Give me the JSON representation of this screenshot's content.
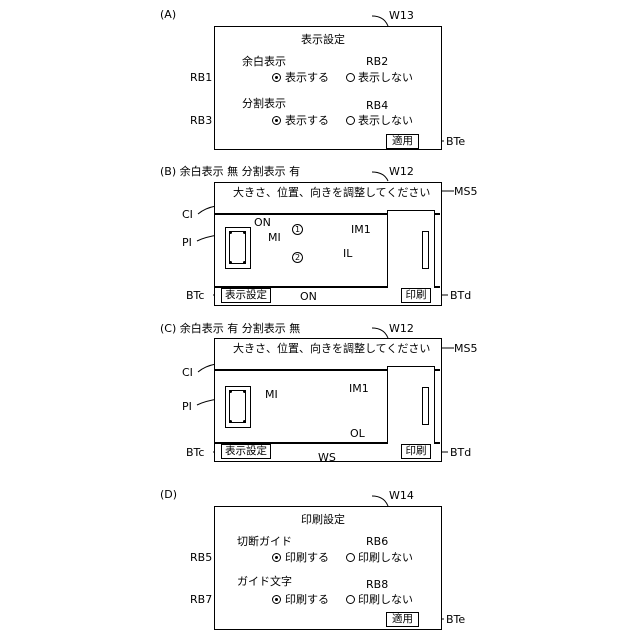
{
  "a": {
    "tag": "(A)",
    "window_id": "W13",
    "title": "表示設定",
    "margin_label": "余白表示",
    "margin_on": "表示する",
    "margin_off": "表示しない",
    "split_label": "分割表示",
    "split_on": "表示する",
    "split_off": "表示しない",
    "apply": "適用",
    "rb1": "RB1",
    "rb2": "RB2",
    "rb3": "RB3",
    "rb4": "RB4",
    "bte": "BTe"
  },
  "b": {
    "tag": "(B) 余白表示 無 分割表示 有",
    "window_id": "W12",
    "message": "大きさ、位置、向きを調整してください",
    "ms": "MS5",
    "ci": "CI",
    "pi": "PI",
    "mi": "MI",
    "on_top": "ON",
    "on_bottom": "ON",
    "im1": "IM1",
    "il": "IL",
    "circle1": "1",
    "circle2": "2",
    "settings_button": "表示設定",
    "print_button": "印刷",
    "btc": "BTc",
    "btd": "BTd"
  },
  "c": {
    "tag": "(C) 余白表示 有 分割表示 無",
    "window_id": "W12",
    "message": "大きさ、位置、向きを調整してください",
    "ms": "MS5",
    "ci": "CI",
    "pi": "PI",
    "mi": "MI",
    "im1": "IM1",
    "ol": "OL",
    "ws": "WS",
    "settings_button": "表示設定",
    "print_button": "印刷",
    "btc": "BTc",
    "btd": "BTd"
  },
  "d": {
    "tag": "(D)",
    "window_id": "W14",
    "title": "印刷設定",
    "cut_label": "切断ガイド",
    "cut_on": "印刷する",
    "cut_off": "印刷しない",
    "guide_label": "ガイド文字",
    "guide_on": "印刷する",
    "guide_off": "印刷しない",
    "apply": "適用",
    "rb5": "RB5",
    "rb6": "RB6",
    "rb7": "RB7",
    "rb8": "RB8",
    "bte": "BTe"
  }
}
